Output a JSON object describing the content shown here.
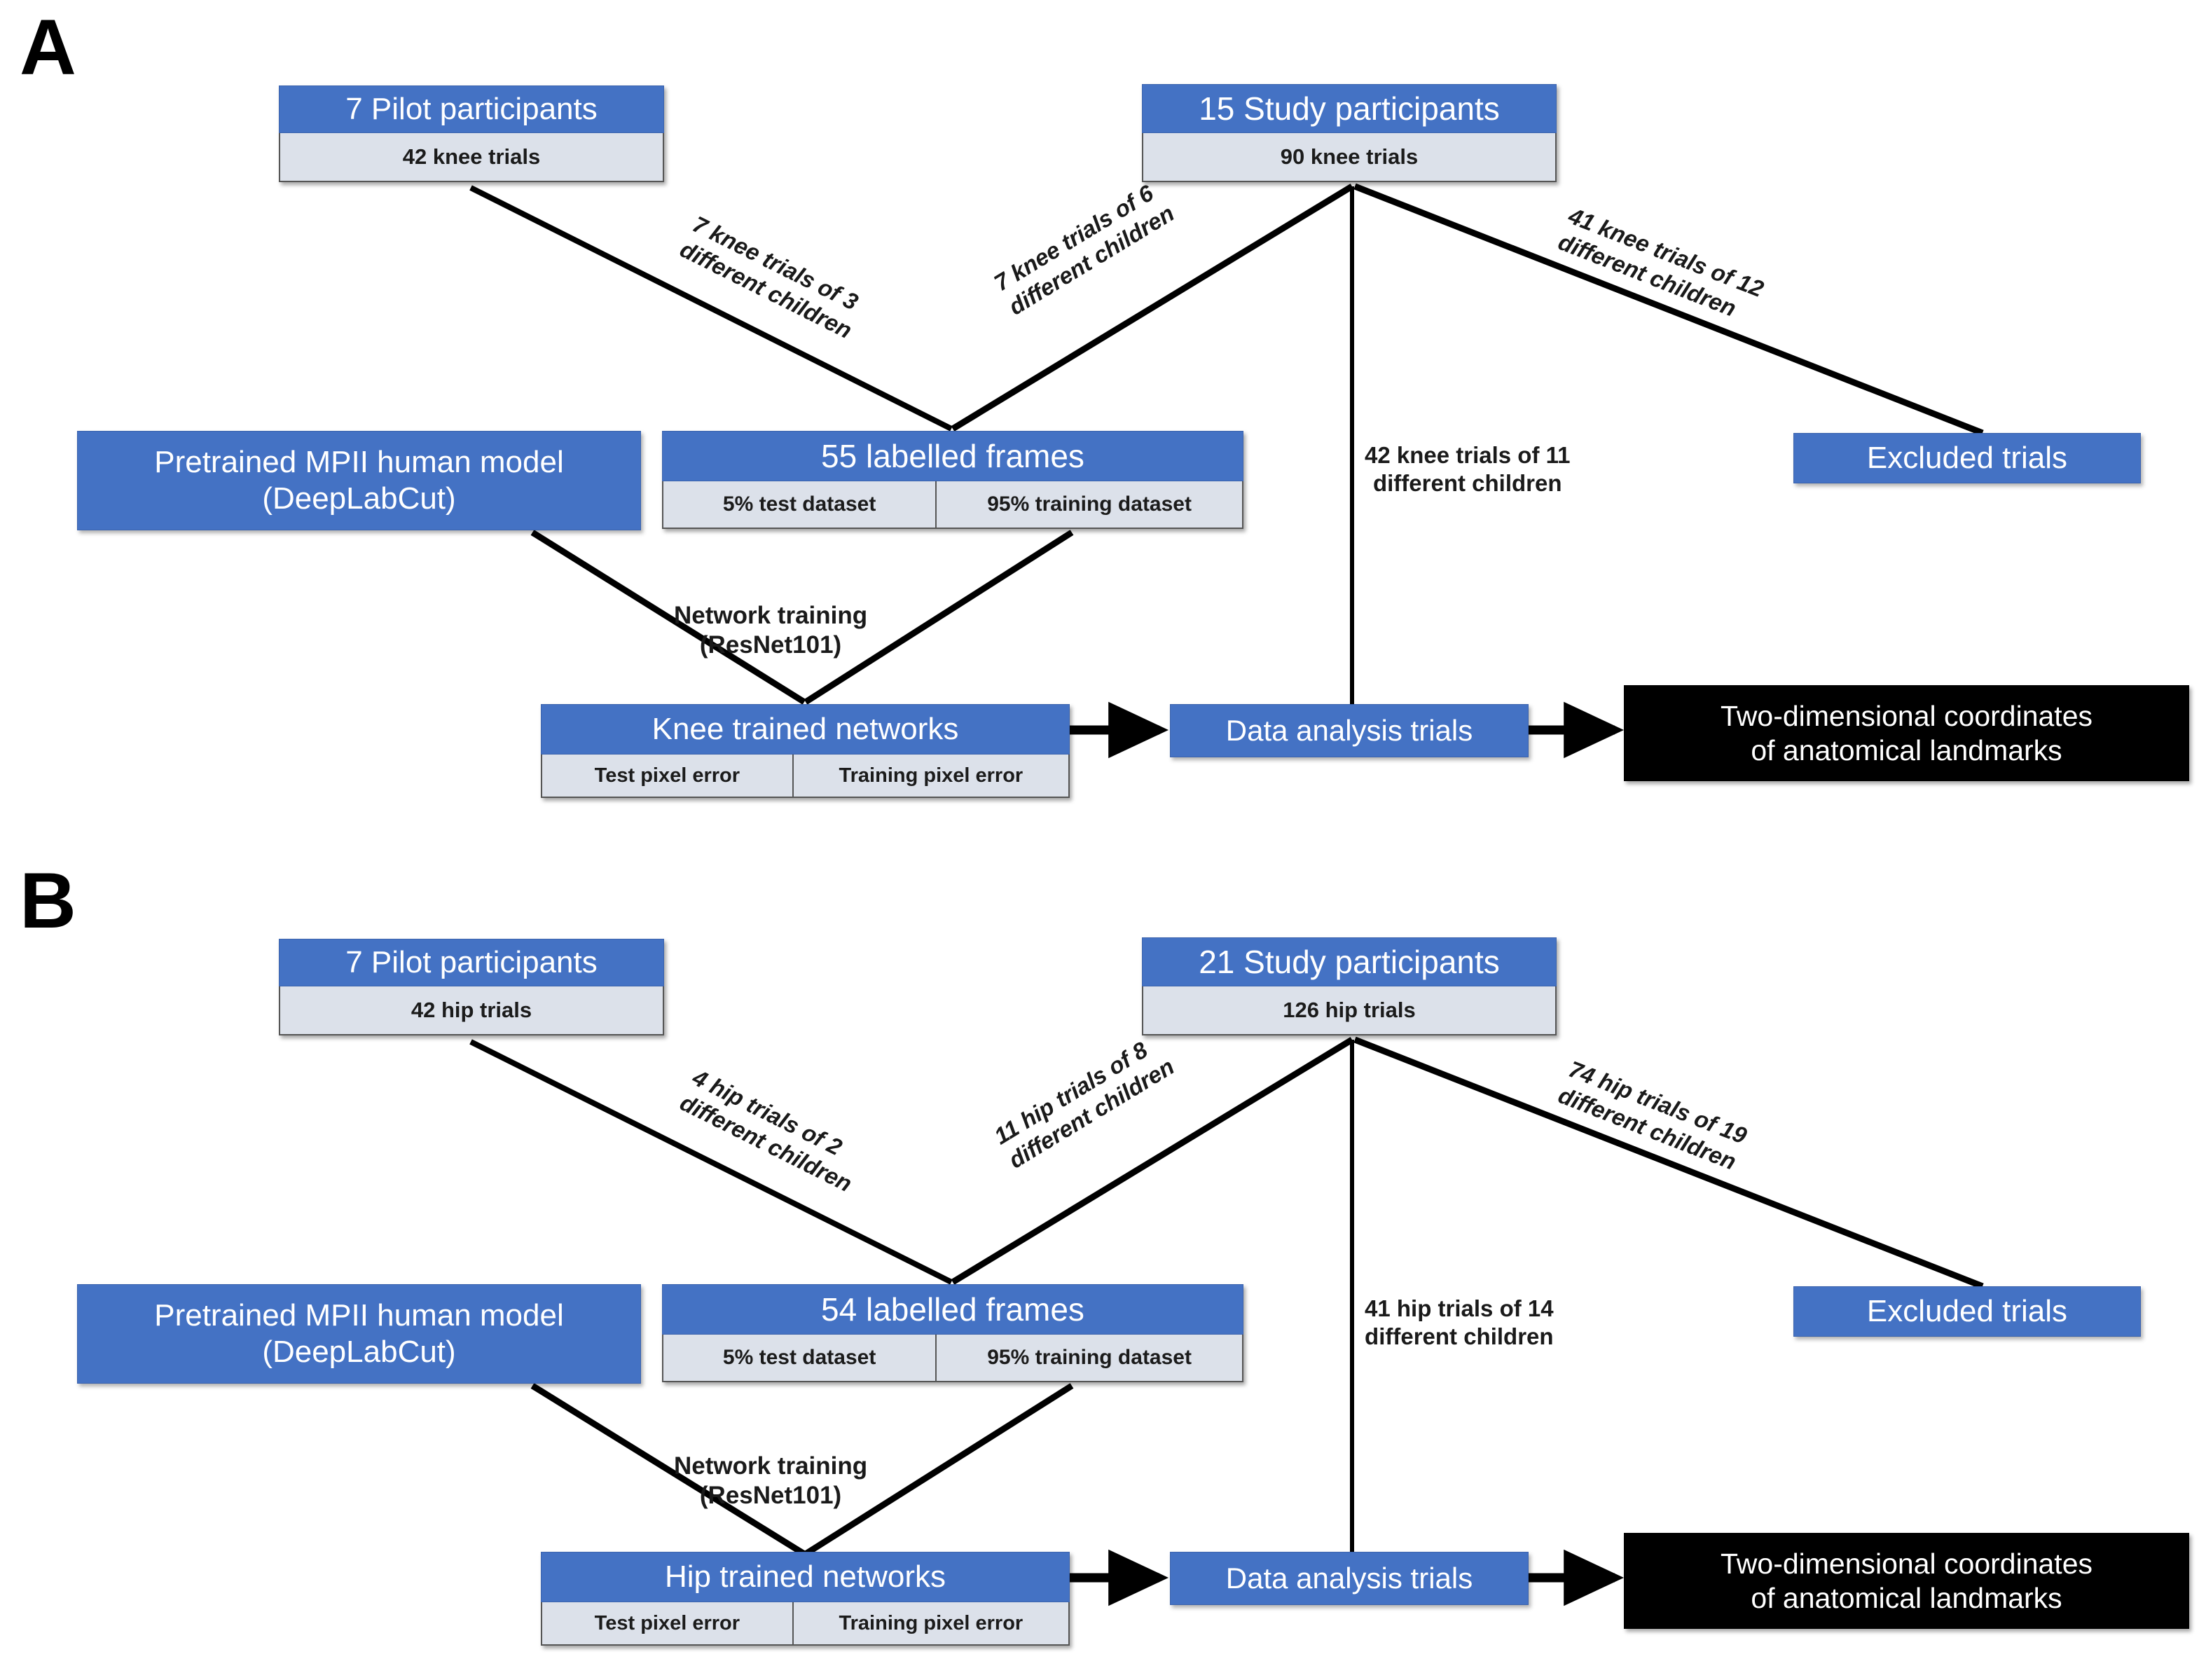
{
  "panels": [
    {
      "letter": "A",
      "joint": "knee",
      "pilot": {
        "title": "7 Pilot participants",
        "sub": "42 knee trials"
      },
      "study": {
        "title": "15 Study participants",
        "sub": "90 knee trials"
      },
      "pretrained": {
        "line1": "Pretrained MPII human model",
        "line2": "(DeepLabCut)"
      },
      "frames": {
        "title": "55 labelled frames",
        "test": "5% test dataset",
        "train": "95% training dataset"
      },
      "trained": {
        "title": "Knee trained networks",
        "test": "Test pixel error",
        "train": "Training pixel error"
      },
      "excluded": "Excluded trials",
      "analysis": "Data analysis trials",
      "output": "Two-dimensional coordinates\nof anatomical landmarks",
      "edges": {
        "pilot_to_frames": "7 knee trials of 3\ndifferent children",
        "study_to_frames": "7 knee trials of 6\ndifferent children",
        "study_to_excluded": "41 knee trials of 12\ndifferent children",
        "study_to_analysis": "42 knee trials of 11\ndifferent children",
        "training": "Network training\n(ResNet101)"
      }
    },
    {
      "letter": "B",
      "joint": "hip",
      "pilot": {
        "title": "7 Pilot participants",
        "sub": "42 hip trials"
      },
      "study": {
        "title": "21 Study participants",
        "sub": "126 hip trials"
      },
      "pretrained": {
        "line1": "Pretrained MPII human model",
        "line2": "(DeepLabCut)"
      },
      "frames": {
        "title": "54 labelled frames",
        "test": "5% test dataset",
        "train": "95% training dataset"
      },
      "trained": {
        "title": "Hip trained networks",
        "test": "Test pixel error",
        "train": "Training pixel error"
      },
      "excluded": "Excluded trials",
      "analysis": "Data analysis trials",
      "output": "Two-dimensional coordinates\nof anatomical landmarks",
      "edges": {
        "pilot_to_frames": "4 hip trials of 2\ndifferent children",
        "study_to_frames": "11 hip trials of 8\ndifferent children",
        "study_to_excluded": "74 hip trials of 19\ndifferent children",
        "study_to_analysis": "41 hip trials of 14\ndifferent children",
        "training": "Network training\n(ResNet101)"
      }
    }
  ],
  "colors": {
    "node_blue": "#4472C4",
    "node_sub_grey": "#DCE1EA",
    "output_black": "#000000",
    "line_black": "#000000",
    "page_background": "#FFFFFF"
  }
}
